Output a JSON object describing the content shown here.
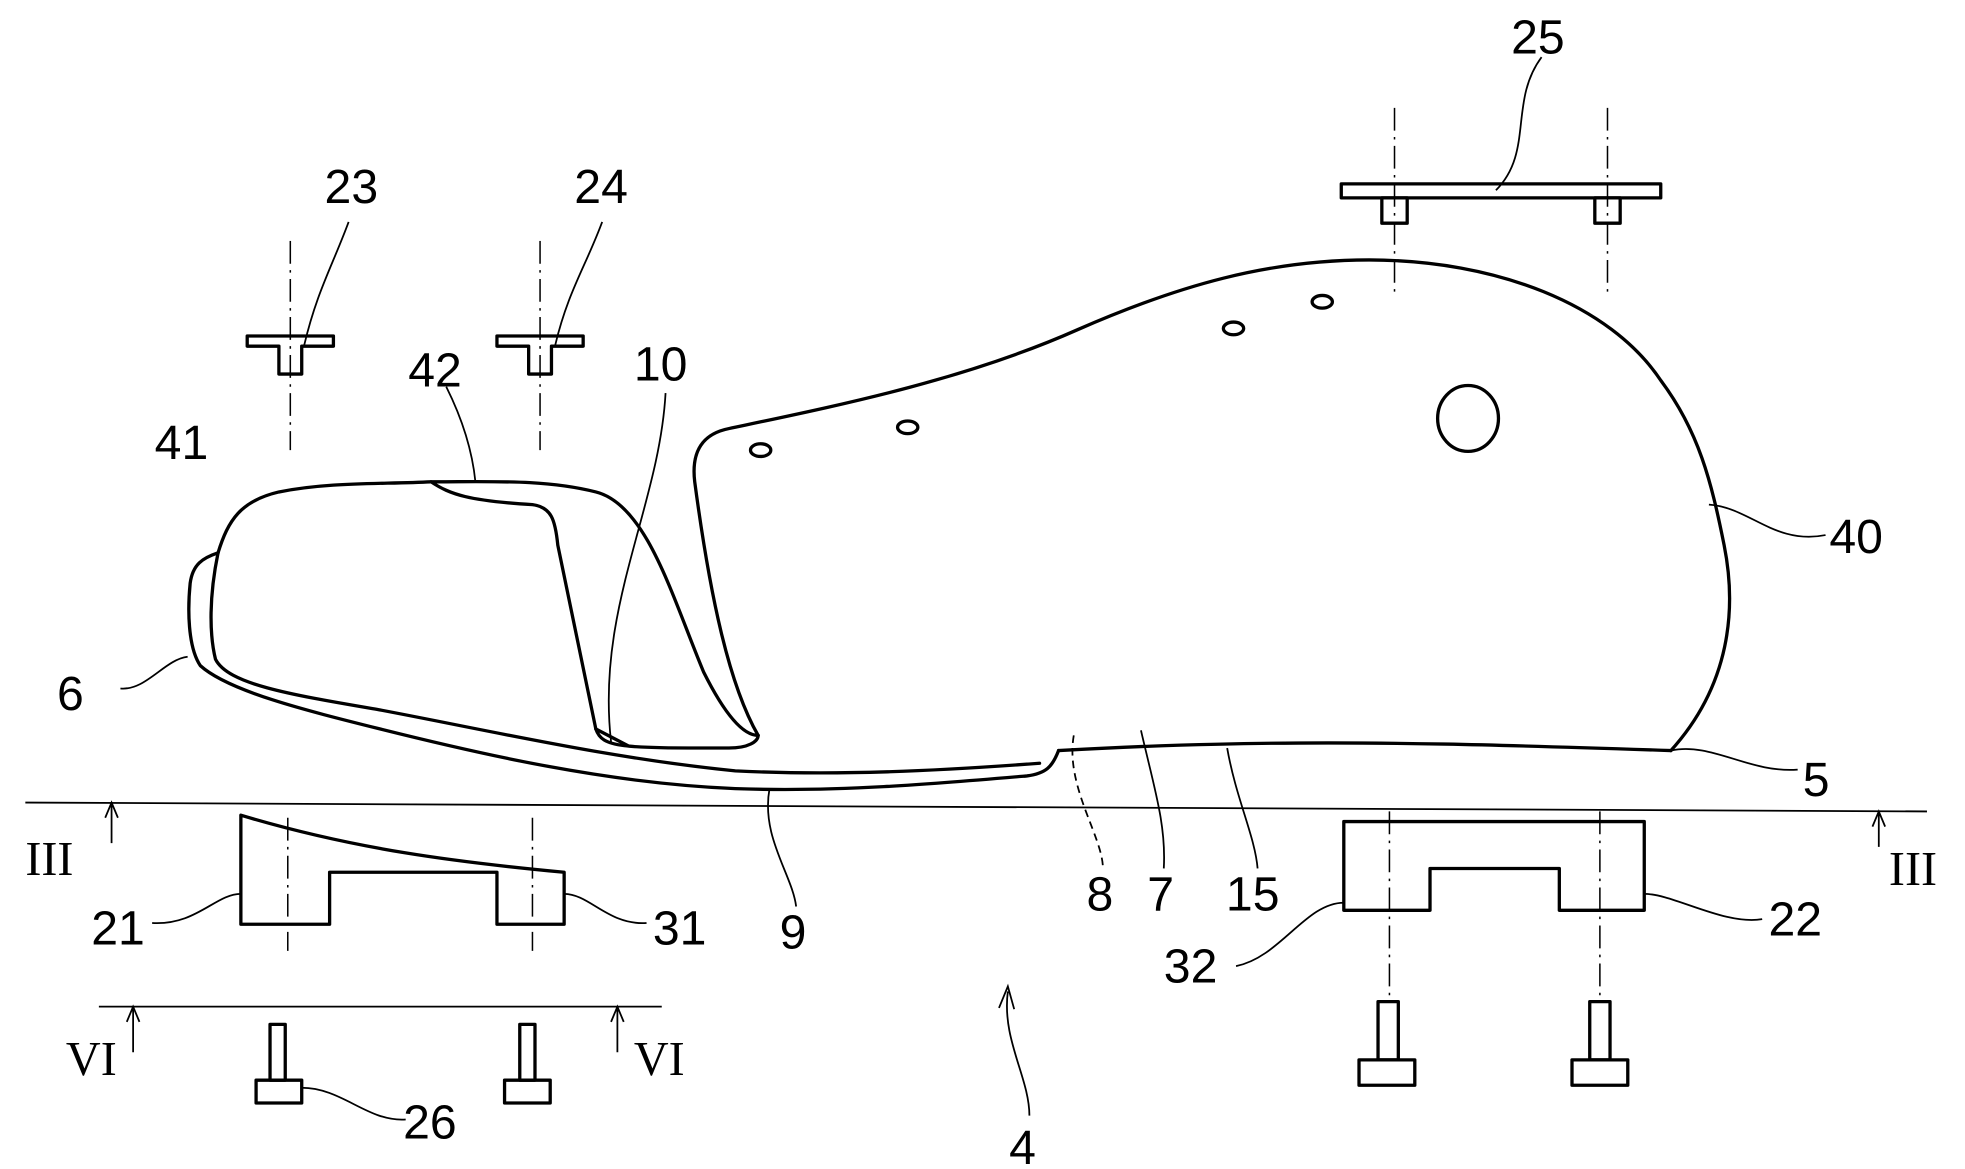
{
  "figure": {
    "labels": {
      "l4": "4",
      "l5": "5",
      "l6": "6",
      "l7": "7",
      "l8": "8",
      "l9": "9",
      "l10": "10",
      "l15": "15",
      "l21": "21",
      "l22": "22",
      "l23": "23",
      "l24": "24",
      "l25": "25",
      "l26": "26",
      "l31": "31",
      "l32": "32",
      "l40": "40",
      "l41": "41",
      "l42": "42"
    },
    "section_marks": {
      "iii_left": "III",
      "iii_right": "III",
      "vi_left": "VI",
      "vi_right": "VI"
    }
  }
}
